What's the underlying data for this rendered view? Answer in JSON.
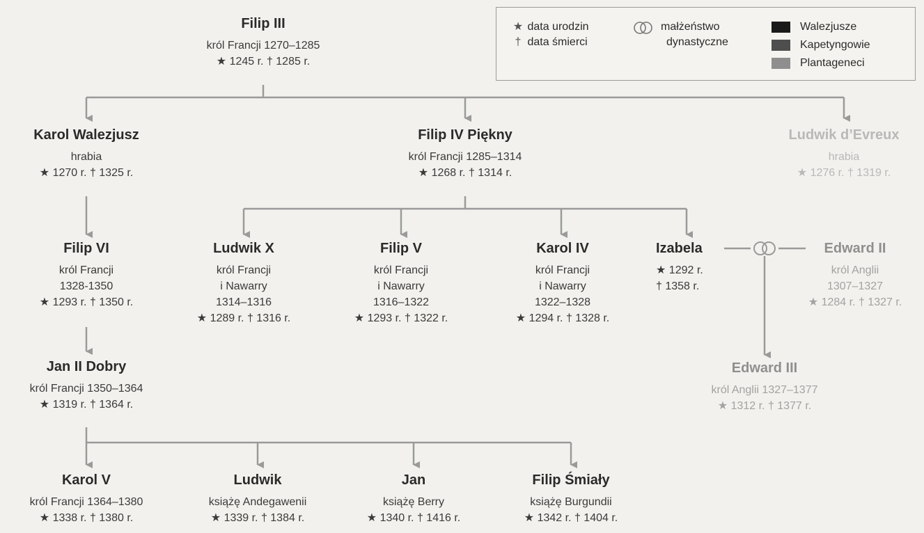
{
  "legend": {
    "birth_label": "data urodzin",
    "death_label": "data śmierci",
    "marriage_label_1": "małżeństwo",
    "marriage_label_2": "dynastyczne",
    "dynasties": [
      {
        "name": "Walezjusze",
        "color": "#1a1a1a"
      },
      {
        "name": "Kapetyngowie",
        "color": "#4e4e4e"
      },
      {
        "name": "Plantageneci",
        "color": "#8e8e8e"
      }
    ]
  },
  "people": {
    "filip3": {
      "name": "Filip III",
      "title": "król Francji 1270–1285",
      "dates": "★ 1245 r.  † 1285 r."
    },
    "karol_walezjusz": {
      "name": "Karol Walezjusz",
      "title": "hrabia",
      "dates": "★ 1270 r.  † 1325 r."
    },
    "filip4": {
      "name": "Filip IV Piękny",
      "title": "król Francji 1285–1314",
      "dates": "★ 1268 r.  † 1314 r."
    },
    "ludwik_evreux": {
      "name": "Ludwik d’Evreux",
      "title": "hrabia",
      "dates": "★ 1276 r.  † 1319 r."
    },
    "filip6": {
      "name": "Filip VI",
      "title1": "król Francji",
      "title2": "1328-1350",
      "dates": "★ 1293 r.  † 1350 r."
    },
    "ludwik10": {
      "name": "Ludwik X",
      "title1": "król Francji",
      "title2": "i Nawarry",
      "title3": "1314–1316",
      "dates": "★ 1289 r.  † 1316 r."
    },
    "filip5": {
      "name": "Filip V",
      "title1": "król Francji",
      "title2": "i Nawarry",
      "title3": "1316–1322",
      "dates": "★ 1293 r.  † 1322 r."
    },
    "karol4": {
      "name": "Karol IV",
      "title1": "król Francji",
      "title2": "i Nawarry",
      "title3": "1322–1328",
      "dates": "★ 1294 r.  † 1328 r."
    },
    "izabela": {
      "name": "Izabela",
      "birth": "★ 1292 r.",
      "death": "† 1358 r."
    },
    "edward2": {
      "name": "Edward II",
      "title1": "król Anglii",
      "title2": "1307–1327",
      "dates": "★ 1284 r.  † 1327 r."
    },
    "jan2": {
      "name": "Jan II Dobry",
      "title": "król Francji 1350–1364",
      "dates": "★ 1319 r.  † 1364 r."
    },
    "edward3": {
      "name": "Edward III",
      "title": "król Anglii 1327–1377",
      "dates": "★ 1312 r.  † 1377 r."
    },
    "karol5": {
      "name": "Karol V",
      "title": "król Francji 1364–1380",
      "dates": "★ 1338 r.  † 1380 r."
    },
    "ludwik": {
      "name": "Ludwik",
      "title": "książę Andegawenii",
      "dates": "★ 1339 r.  † 1384 r."
    },
    "jan": {
      "name": "Jan",
      "title": "książę Berry",
      "dates": "★ 1340 r.  † 1416 r."
    },
    "filip_smialy": {
      "name": "Filip Śmiały",
      "title": "książę Burgundii",
      "dates": "★ 1342 r.  † 1404 r."
    }
  }
}
